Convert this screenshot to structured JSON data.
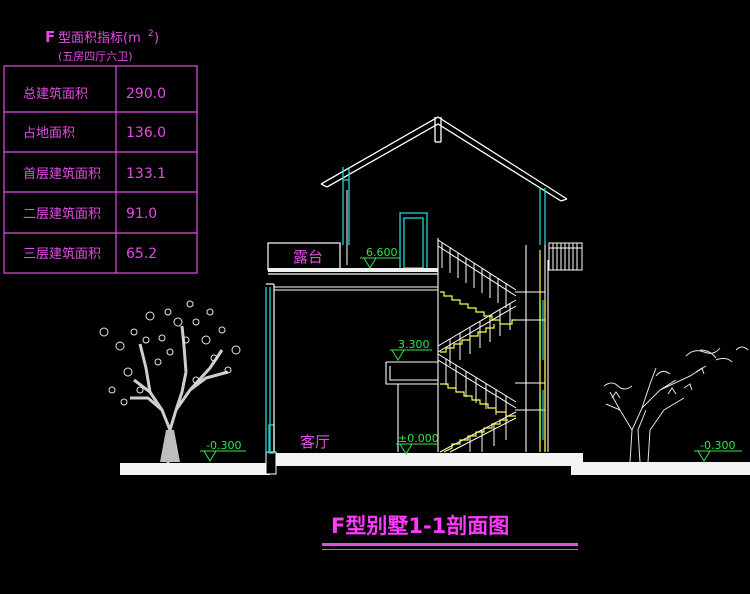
{
  "table": {
    "title_prefix": "F",
    "title_main": "型面积指标(m",
    "title_sup": "2",
    "title_suffix": ")",
    "subtitle": "(五房四厅六卫)",
    "rows": [
      {
        "label": "总建筑面积",
        "value": "290.0"
      },
      {
        "label": "占地面积",
        "value": "136.0"
      },
      {
        "label": "首层建筑面积",
        "value": "133.1"
      },
      {
        "label": "二层建筑面积",
        "value": "91.0"
      },
      {
        "label": "三层建筑面积",
        "value": "65.2"
      }
    ]
  },
  "labels": {
    "terrace": "露台",
    "living": "客厅",
    "lvl_terrace": "6.600",
    "lvl_second": "3.300",
    "lvl_ground": "±0.000",
    "lvl_left": "-0.300",
    "lvl_right": "-0.300"
  },
  "drawing_title": "F型别墅1-1剖面图",
  "colors": {
    "background": "#000000",
    "magenta": "#e64be6",
    "white": "#ffffff",
    "cyan": "#22d3d3",
    "green": "#2ee84a",
    "yellow": "#ffff4a"
  }
}
